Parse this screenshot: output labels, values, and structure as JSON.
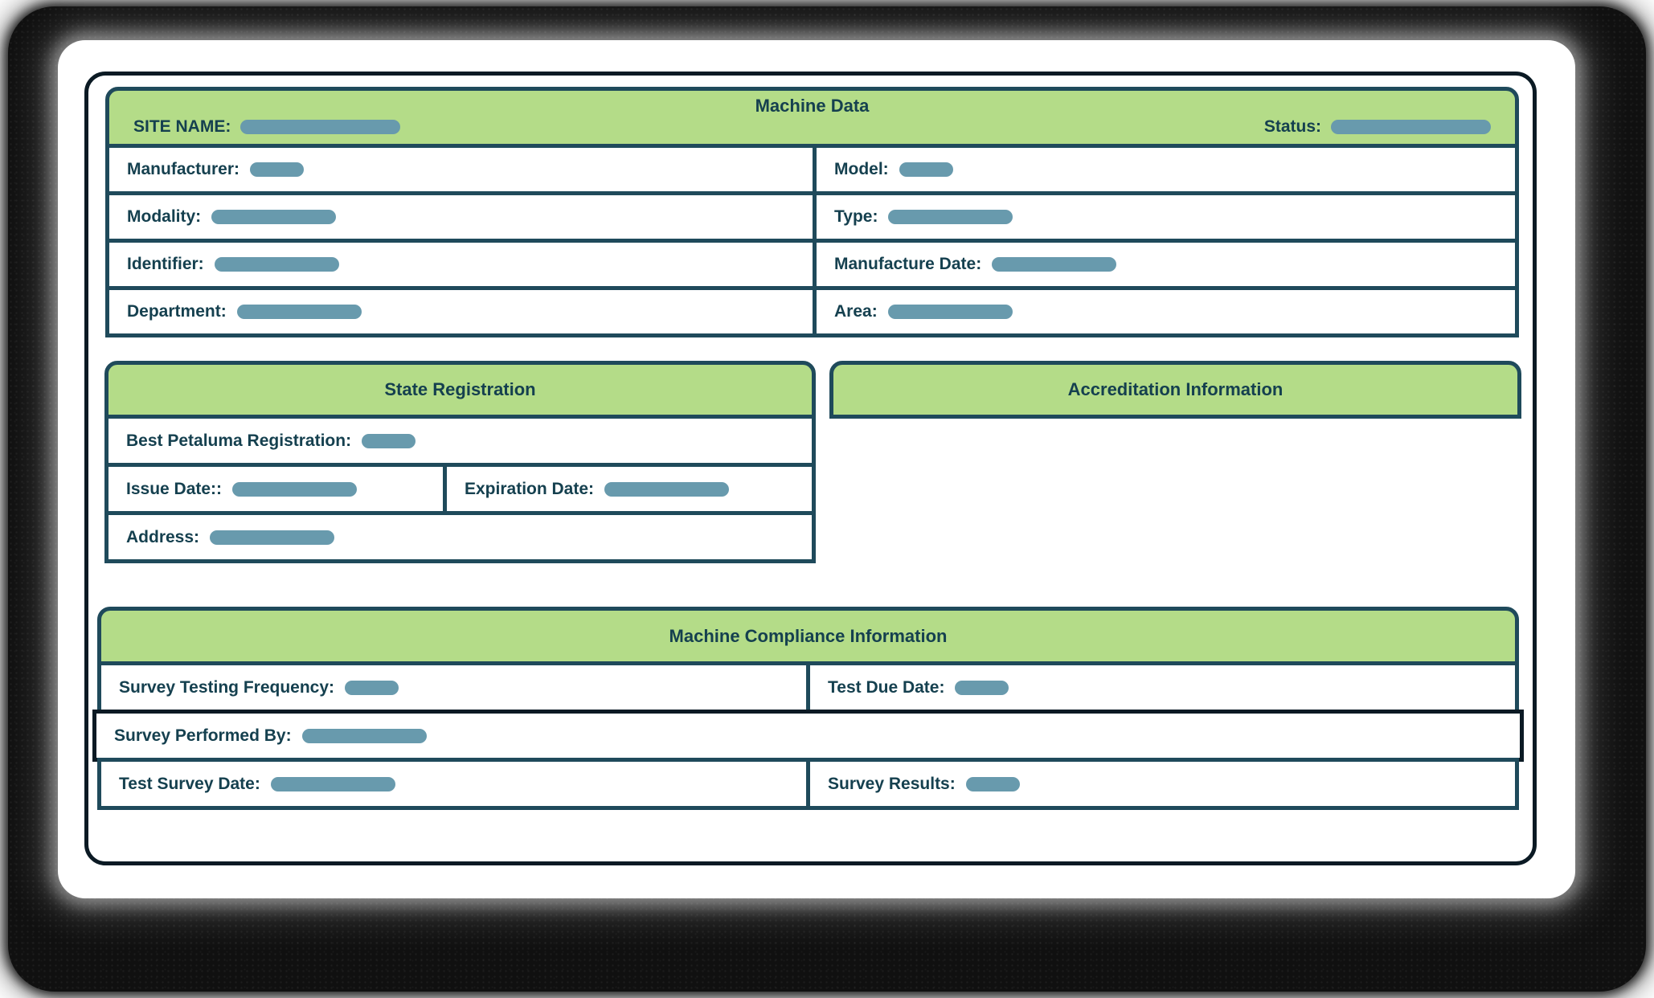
{
  "colors": {
    "header_green": "#B4DC88",
    "pill_blue": "#689AAD",
    "border_navy": "#1F4A5B",
    "text_navy": "#15404F",
    "frame_dark": "#0B1A24",
    "backdrop_dark": "#101010"
  },
  "machine_data": {
    "title": "Machine Data",
    "site_name": {
      "label": "SITE NAME:",
      "value_redacted": true
    },
    "status": {
      "label": "Status:",
      "value_redacted": true
    },
    "rows": [
      {
        "left": {
          "label": "Manufacturer:",
          "value_redacted": true
        },
        "right": {
          "label": "Model:",
          "value_redacted": true
        }
      },
      {
        "left": {
          "label": "Modality:",
          "value_redacted": true
        },
        "right": {
          "label": "Type:",
          "value_redacted": true
        }
      },
      {
        "left": {
          "label": "Identifier:",
          "value_redacted": true
        },
        "right": {
          "label": "Manufacture Date:",
          "value_redacted": true
        }
      },
      {
        "left": {
          "label": "Department:",
          "value_redacted": true
        },
        "right": {
          "label": "Area:",
          "value_redacted": true
        }
      }
    ]
  },
  "state_registration": {
    "title": "State Registration",
    "registration": {
      "label": "Best Petaluma Registration:",
      "value_redacted": true
    },
    "issue_date": {
      "label": "Issue Date::",
      "value_redacted": true
    },
    "expiration_date": {
      "label": "Expiration Date:",
      "value_redacted": true
    },
    "address": {
      "label": "Address:",
      "value_redacted": true
    }
  },
  "accreditation": {
    "title": "Accreditation Information"
  },
  "machine_compliance": {
    "title": "Machine Compliance Information",
    "survey_testing_frequency": {
      "label": "Survey Testing Frequency:",
      "value_redacted": true
    },
    "test_due_date": {
      "label": "Test Due Date:",
      "value_redacted": true
    },
    "survey_performed_by": {
      "label": "Survey Performed By:",
      "value_redacted": true
    },
    "test_survey_date": {
      "label": "Test Survey Date:",
      "value_redacted": true
    },
    "survey_results": {
      "label": "Survey Results:",
      "value_redacted": true
    }
  }
}
